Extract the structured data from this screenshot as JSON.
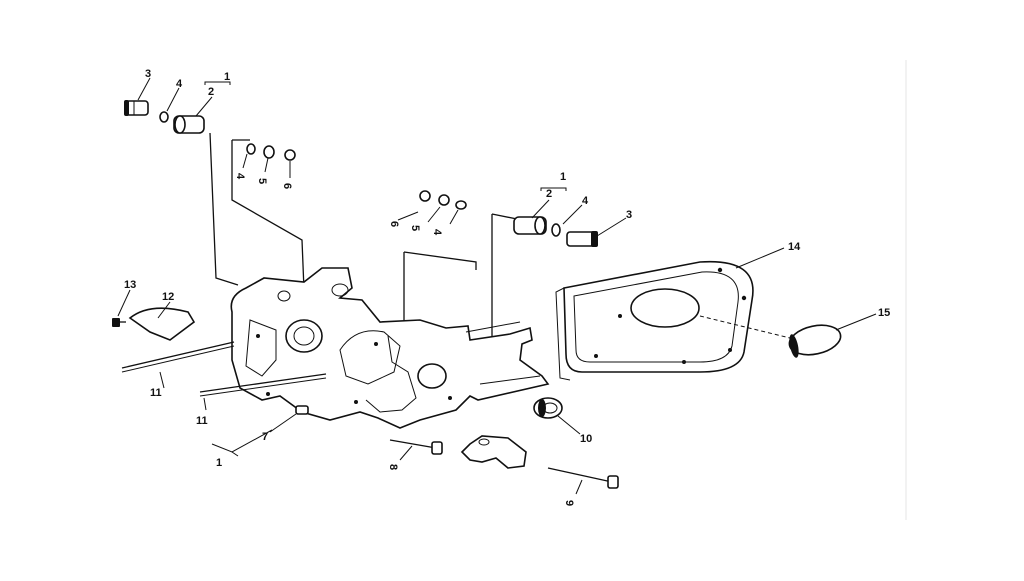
{
  "diagram": {
    "callouts": {
      "c1_top_left": "1",
      "c2_top_left": "2",
      "c3_top_left": "3",
      "c4_top_left": "4",
      "c4_mid_left": "4",
      "c5_mid_left": "5",
      "c6_mid_left": "6",
      "c6_mid_center": "6",
      "c5_mid_center": "5",
      "c4_mid_center": "4",
      "c1_top_right": "1",
      "c2_top_right": "2",
      "c4_top_right": "4",
      "c3_top_right": "3",
      "c14": "14",
      "c15": "15",
      "c13": "13",
      "c12": "12",
      "c11_left": "11",
      "c11_lower": "11",
      "c7": "7",
      "c1_bottom": "1",
      "c8": "8",
      "c9": "9",
      "c10": "10"
    }
  }
}
